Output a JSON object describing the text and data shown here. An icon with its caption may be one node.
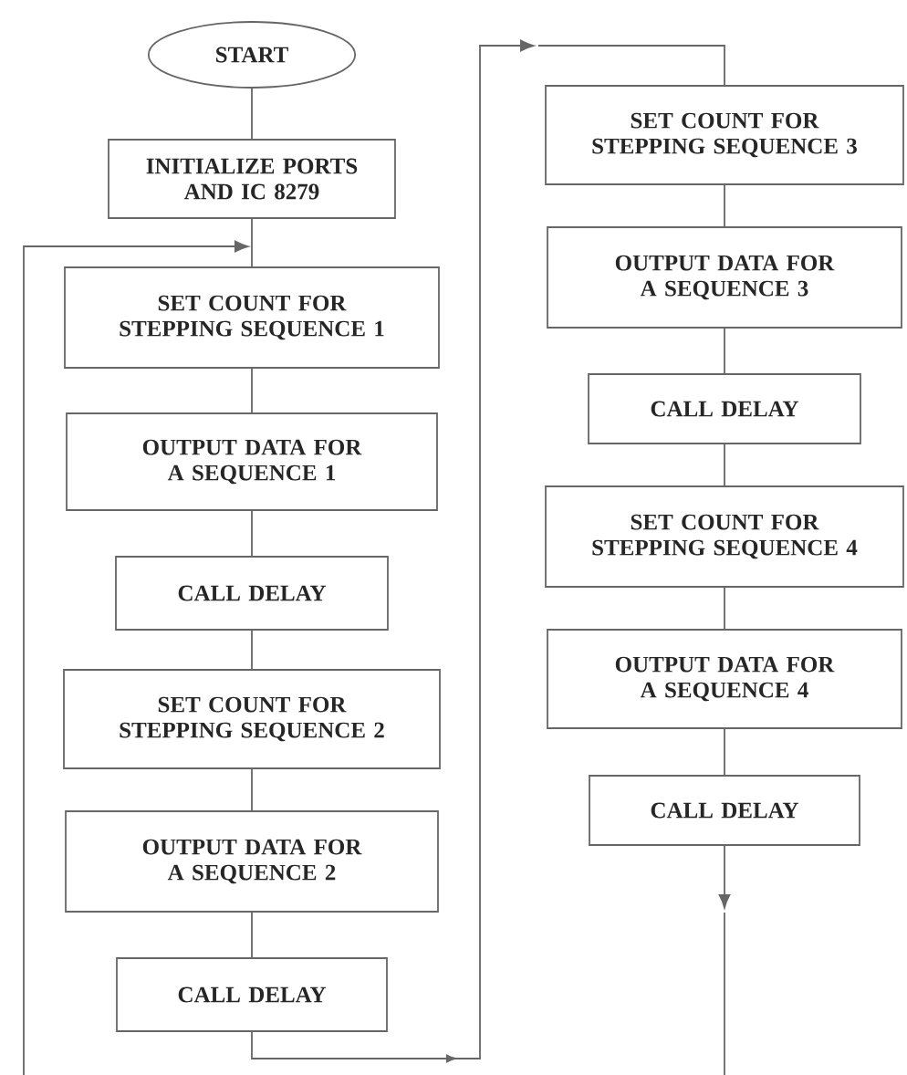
{
  "diagram": {
    "nodes": [
      {
        "text": [
          "START"
        ]
      },
      {
        "text": [
          "INITIALIZE PORTS AND IC 8279"
        ]
      },
      {
        "text": [
          "SET COUNT FOR STEPPING SEQUENCE 1"
        ]
      },
      {
        "text": [
          "OUTPUT DATA FOR A SEQUENCE 1"
        ]
      },
      {
        "text": [
          "CALL DELAY"
        ]
      },
      {
        "text": [
          "SET COUNT FOR STEPPING SEQUENCE 2"
        ]
      },
      {
        "text": [
          "OUTPUT DATA FOR A SEQUENCE 2"
        ]
      },
      {
        "text": [
          "CALL DELAY"
        ]
      },
      {
        "text": [
          "SET COUNT FOR STEPPING SEQUENCE 3"
        ]
      },
      {
        "text": [
          "OUTPUT DATA FOR A SEQUENCE 3"
        ]
      },
      {
        "text": [
          "CALL DELAY"
        ]
      },
      {
        "text": [
          "SET COUNT FOR STEPPING SEQUENCE 4"
        ]
      },
      {
        "text": [
          "OUTPUT DATA FOR A SEQUENCE 4"
        ]
      },
      {
        "text": [
          "CALL DELAY"
        ]
      }
    ],
    "edges": [
      {
        "from": 0,
        "to": 1,
        "arrow": "none"
      },
      {
        "from": 1,
        "to": 2,
        "arrow": "none"
      },
      {
        "from": 2,
        "to": 3,
        "arrow": "none"
      },
      {
        "from": 3,
        "to": 4,
        "arrow": "none"
      },
      {
        "from": 4,
        "to": 5,
        "arrow": "none"
      },
      {
        "from": 5,
        "to": 6,
        "arrow": "none"
      },
      {
        "from": 6,
        "to": 7,
        "arrow": "none"
      },
      {
        "from": 7,
        "to": 8,
        "arrow": "to"
      },
      {
        "from": 8,
        "to": 9,
        "arrow": "none"
      },
      {
        "from": 9,
        "to": 10,
        "arrow": "none"
      },
      {
        "from": 10,
        "to": 11,
        "arrow": "none"
      },
      {
        "from": 11,
        "to": 12,
        "arrow": "none"
      },
      {
        "from": 12,
        "to": 13,
        "arrow": "none"
      },
      {
        "from": 13,
        "to": null,
        "arrow": "to"
      },
      {
        "from": null,
        "to": 2,
        "arrow": "to"
      }
    ]
  }
}
